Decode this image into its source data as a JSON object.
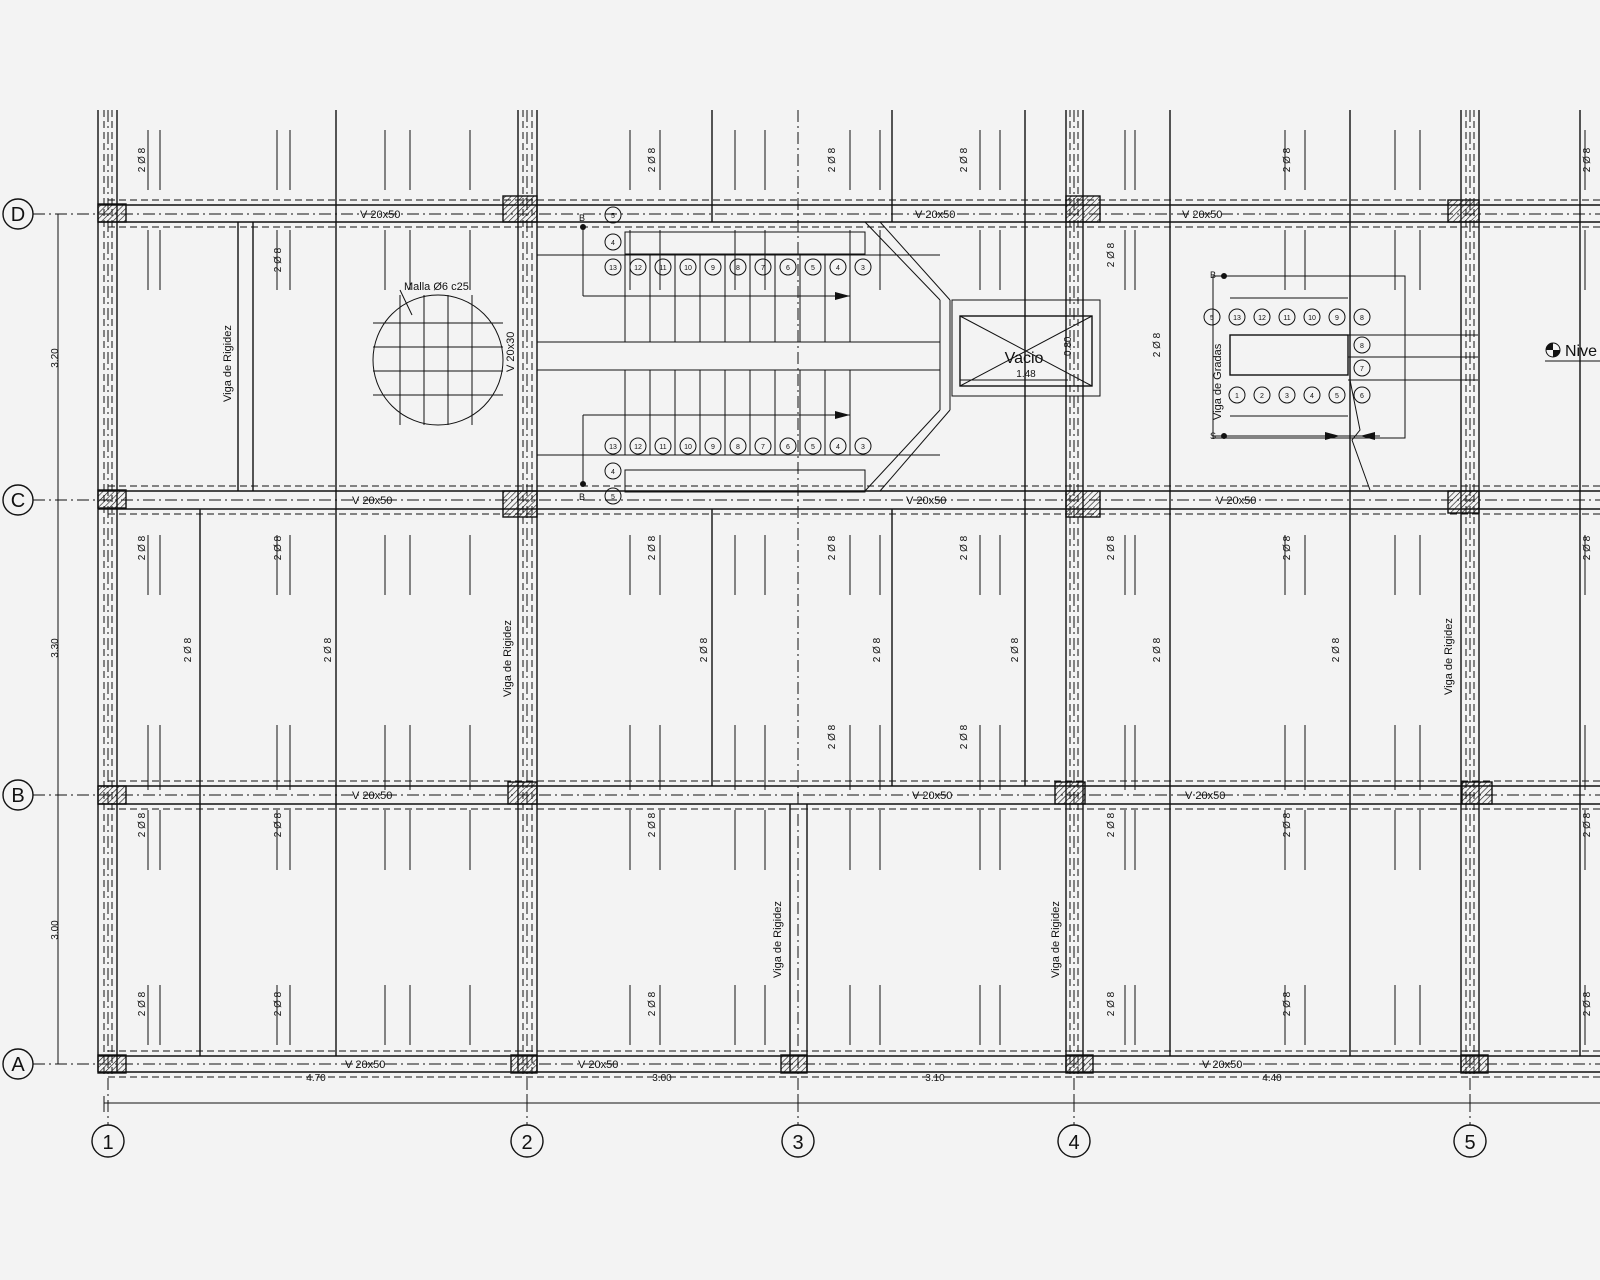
{
  "grid": {
    "rows": [
      {
        "label": "D"
      },
      {
        "label": "C"
      },
      {
        "label": "B"
      },
      {
        "label": "A"
      }
    ],
    "cols": [
      {
        "label": "1"
      },
      {
        "label": "2"
      },
      {
        "label": "3"
      },
      {
        "label": "4"
      },
      {
        "label": "5"
      }
    ]
  },
  "dimensions": {
    "horizontal": [
      "4.70",
      "3.00",
      "3.10",
      "4.40"
    ],
    "vertical": [
      "3.20",
      "3.30",
      "3.00"
    ]
  },
  "beam_labels": {
    "main_beam": "V 20x50",
    "cross_beam": "V 20x30",
    "stiffening_beam": "Viga de Rigidez",
    "stair_beam": "Viga de Gradas"
  },
  "rebar_label": "2 Ø 8",
  "mesh_label": "Malla Ø6 c25",
  "void": {
    "label": "Vacio",
    "width": "1.48",
    "height": "0.80"
  },
  "stair_marks": {
    "b": "B",
    "s": "S"
  },
  "step_numbers": [
    "1",
    "2",
    "3",
    "4",
    "5",
    "6",
    "7",
    "8",
    "9",
    "10",
    "11",
    "12",
    "13"
  ],
  "level_label": "Nive",
  "colors": {
    "ink": "#111111",
    "paper": "#f3f3f3"
  }
}
